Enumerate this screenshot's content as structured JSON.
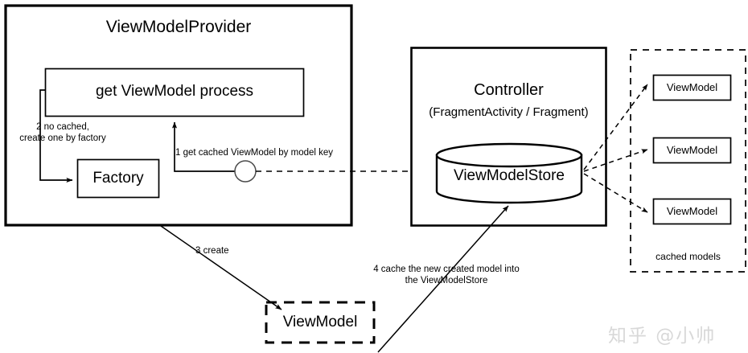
{
  "diagram": {
    "title": "ViewModelProvider / ViewModelStore flow",
    "provider": {
      "title": "ViewModelProvider",
      "process_box": "get ViewModel process",
      "factory_box": "Factory"
    },
    "controller": {
      "title": "Controller",
      "subtitle": "(FragmentActivity / Fragment)",
      "store": "ViewModelStore"
    },
    "cached": {
      "caption": "cached models",
      "models": [
        {
          "label": "ViewModel"
        },
        {
          "label": "ViewModel"
        },
        {
          "label": "ViewModel"
        }
      ]
    },
    "created_model": {
      "label": "ViewModel"
    },
    "edges": [
      {
        "id": "step1",
        "label": "1 get cached ViewModel by model key"
      },
      {
        "id": "step2",
        "label_line1": "2 no cached,",
        "label_line2": "create one by factory"
      },
      {
        "id": "step3",
        "label": "3 create"
      },
      {
        "id": "step4",
        "label_line1": "4 cache the new created model into",
        "label_line2": "the ViewModelStore"
      }
    ],
    "watermark": "知乎 @小帅",
    "colors": {
      "stroke": "#000000",
      "background": "#ffffff",
      "watermark": "#d8d8d8"
    }
  }
}
